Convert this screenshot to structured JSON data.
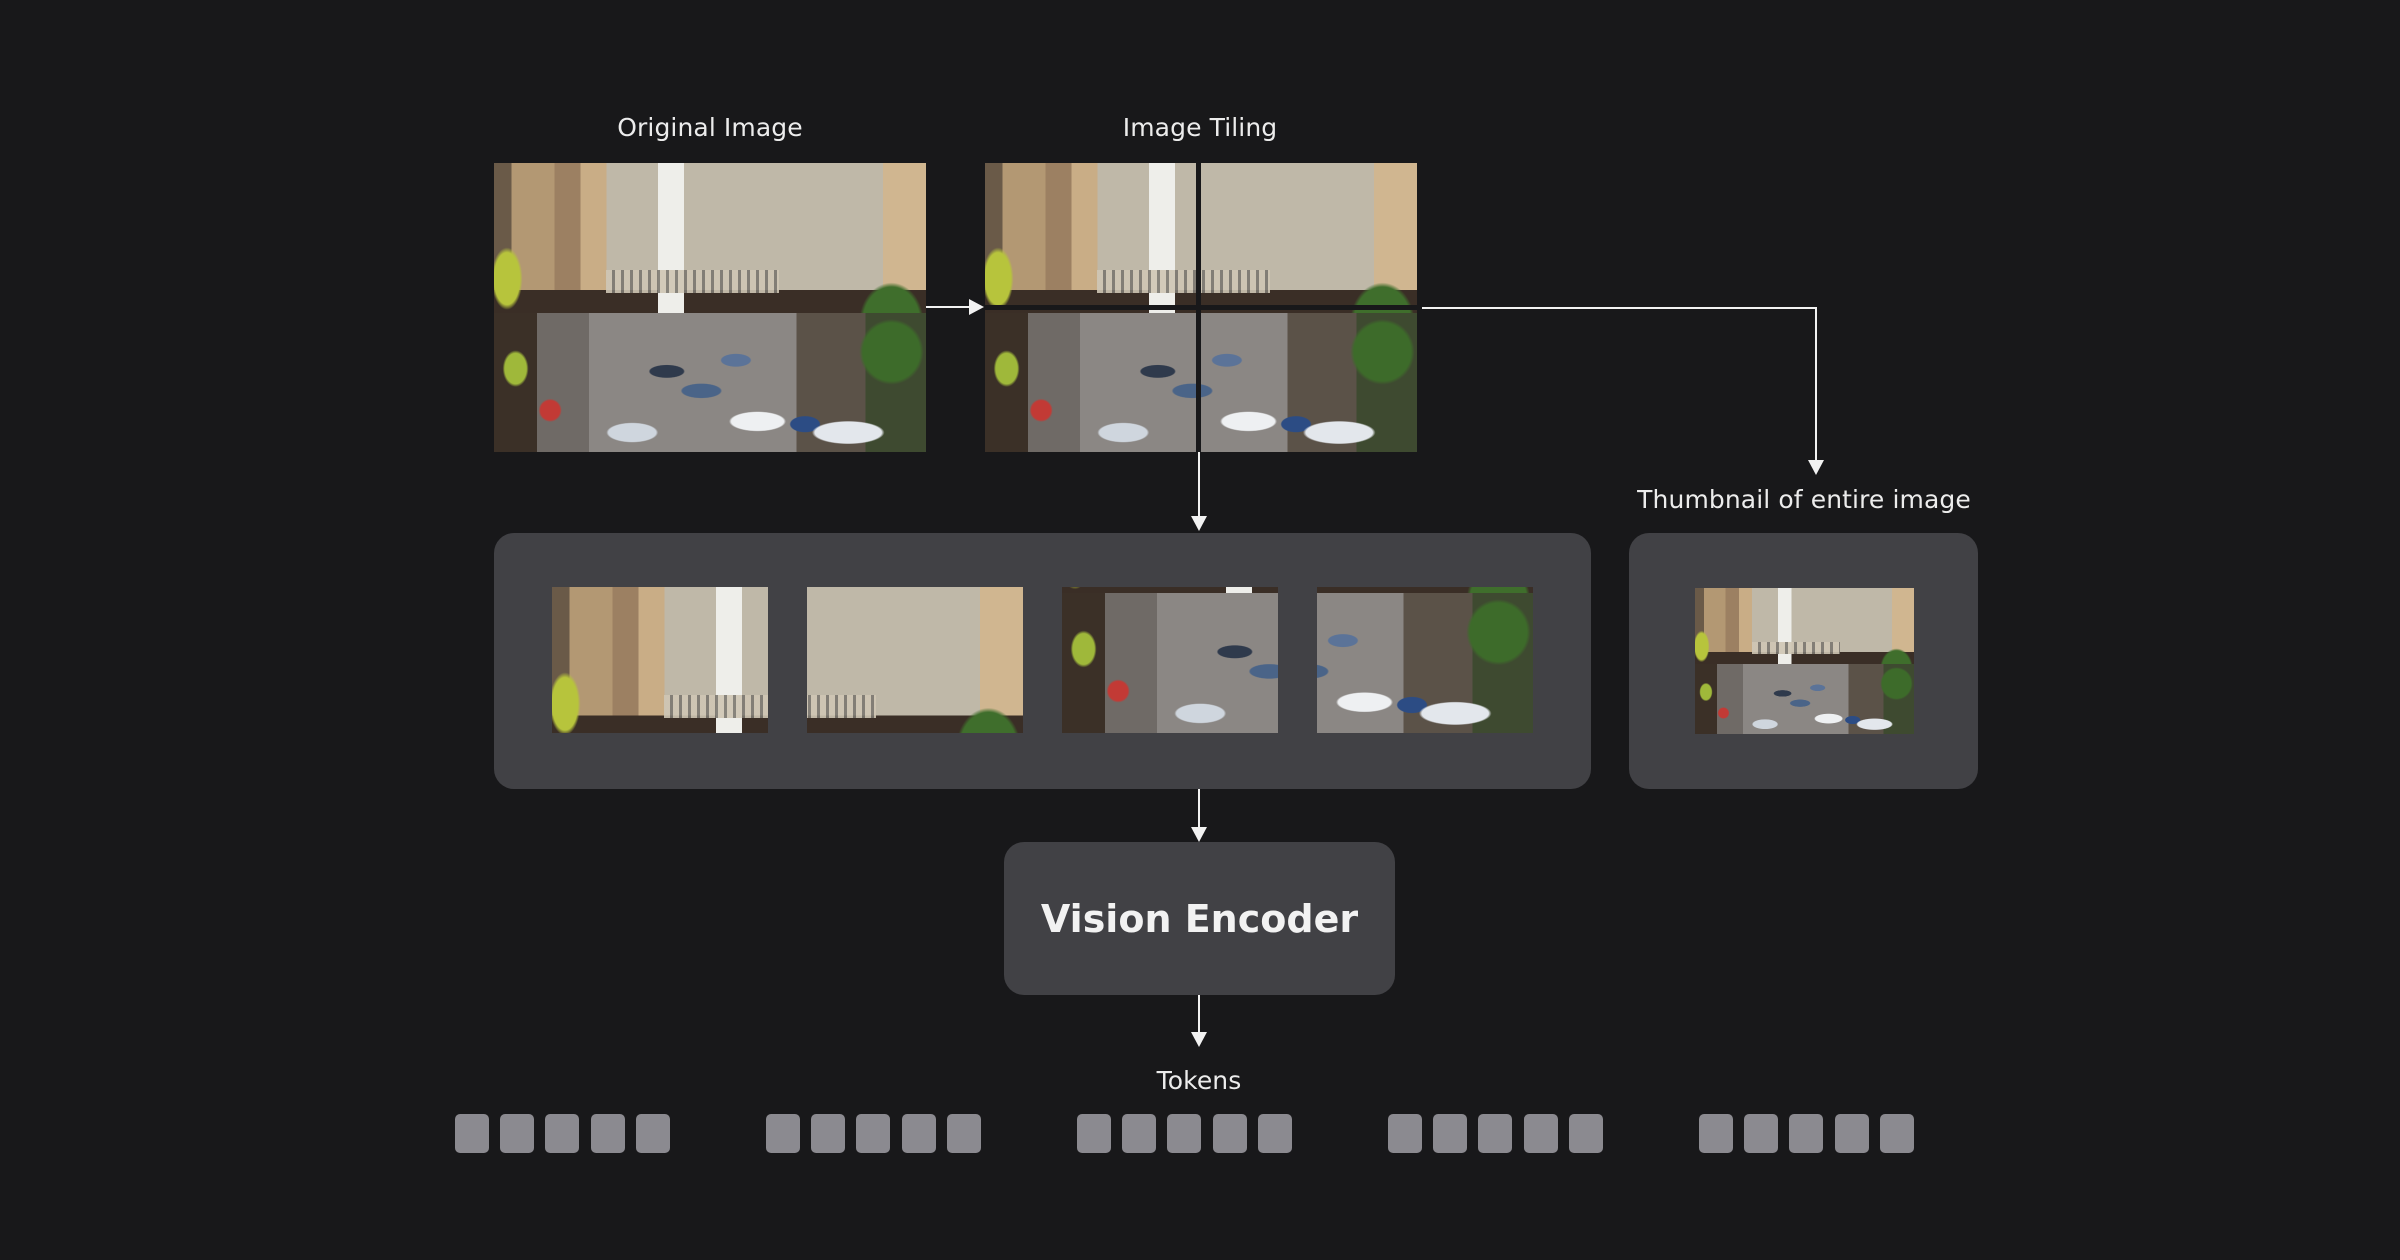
{
  "labels": {
    "original_image": "Original Image",
    "image_tiling": "Image Tiling",
    "thumbnail": "Thumbnail of entire image",
    "vision_encoder": "Vision Encoder",
    "tokens": "Tokens"
  },
  "tiles": [
    {
      "name": "top-left tile",
      "region": "top-left"
    },
    {
      "name": "top-right tile",
      "region": "top-right"
    },
    {
      "name": "bottom-left tile",
      "region": "bottom-left"
    },
    {
      "name": "bottom-right tile",
      "region": "bottom-right"
    }
  ],
  "token_groups": [
    {
      "count": 5
    },
    {
      "count": 5
    },
    {
      "count": 5
    },
    {
      "count": 5
    },
    {
      "count": 5
    }
  ],
  "colors": {
    "background": "#18181a",
    "panel": "#414145",
    "token": "#8b8a90",
    "text": "#ececec",
    "arrow": "#f2f2f2"
  }
}
